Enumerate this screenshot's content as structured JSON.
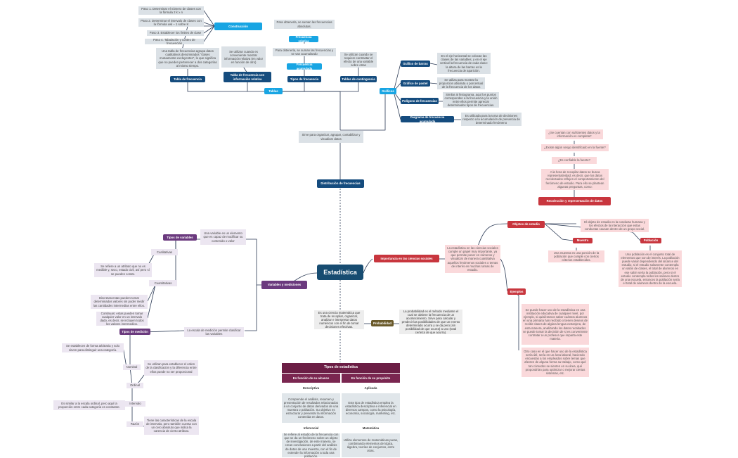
{
  "construccion": {
    "title": "Construcción",
    "paso1": "Paso 1. Determinar el número de clases con la fórmula 2 k ≥ n",
    "paso2": "Paso 2. Determinar el intervalo de clases con la fórmula uwl – 1 sobre K",
    "paso3": "Paso 3. Establecer los límites de clase",
    "paso4": "Paso 4. Tabulación y conteo de frecuencias"
  },
  "tablas": {
    "title": "Tablas",
    "tabla_frecuencia": {
      "title": "Tabla de frecuencia",
      "desc": "Una tabla de frecuencias agrupa datos cualitativos denominados \"clases mutuamente excluyentes\", lo que significa que no pueden pertenecer a dos categorías al mismo tiempo."
    },
    "tabla_relativa": {
      "title": "Tabla de frecuencia con información relativa",
      "desc": "Se utilizan cuando es conveniente mostrar información relativa (en valor en función de otro)"
    },
    "tipos": {
      "title": "Tipos de frecuencia",
      "relativa_desc": "Para obtenerla, se suman las frecuencias absolutas.",
      "relativa": "Frecuencia relativa",
      "acumulada_desc": "Para obtenerla, se suman las frecuencias y se van acumulando",
      "acumulada": "Frecuencia acumulada"
    },
    "contingencia": {
      "title": "Tablas de contingencia",
      "desc": "Se utilizan cuando se requiere contrastar el efecto de una variable sobre otras"
    }
  },
  "graficos": {
    "title": "Gráficos",
    "barras": {
      "title": "Gráfico de barras",
      "desc": "En el eje horizontal se colocan las clases de las variables, y en el eje vertical la frecuencia de cada clase: la altura de las barras es la frecuencia de aparición."
    },
    "pastel": {
      "title": "Gráfico de pastel",
      "desc": "Se utiliza para mostrar la proporción absoluta o porcentual de la frecuencia de los datos"
    },
    "poligono": {
      "title": "Polígono de frecuencias",
      "desc": "Similar al histograma, aquí los puntos corresponden a la frecuencia y la unión entre ellos permite apreciar determinados tipos de frecuencias."
    },
    "diagrama": {
      "title": "Diagrama de frecuencia acumulada",
      "desc": "Es utilizada para la toma de decisiones respecto a la acumulación de presencia de determinado fenómeno"
    }
  },
  "distribucion": {
    "desc": "Sirve para organizar, agrupar, contabilizar y visualizar datos",
    "title": "Distribución de frecuencias"
  },
  "central": "Estadística",
  "variables": {
    "title": "Variables y mediciones",
    "tipos_variables": "Tipos de variables",
    "tipos_variables_desc": "Una variable es un elemento que es capaz de modificar su contenido o valor",
    "cualitativas": "Cualitativas",
    "cualitativas_desc": "Se refiere a un atributo que no es medible y, sexo, estado civil, así pero sí se pueden contar.",
    "cuantitativas": "Cuantitativas",
    "discretas_desc": "Discretas:estas pueden tomar determinados valores sin poder medir las cantidades intermedias entre ellos.",
    "continuas_desc": "Continuas: estas pueden tomar cualquier valor en un intervalo dado, es decir, se incluyen todos los valores intermedios.",
    "tipos_medicion": "Tipos de medición",
    "medicion_desc": "La escala de medición permite clasificar las variables",
    "nominal": "Nominal",
    "nominal_desc": "Se establecen de forma arbitraria y solo sirven para distinguir una categoría.",
    "ordinal": "Ordinal",
    "ordinal_desc": "Se utilizan para establecer el orden de la clasificación y la diferencia entre ellos puede no ser proporcional",
    "intervalo": "Intervalo",
    "intervalo_desc": "Es similar a la escala ordinal, pero aquí la proporción entre cada categoría es constante.",
    "razon": "Razón",
    "razon_desc": "Tiene las características de la escala de intervalo, pero también cuenta con un cero absoluto que indica la carencia de cierto atributo."
  },
  "probabilidad": {
    "intro": "Es una ciencia matemática que trata de recopilar, organizar, analizar e interpretar datos numéricos con el fin de tomar decisiones efectivas.",
    "title": "Probabilidad",
    "desc": "La probabilidad es el método mediante el cual se obtiene la frecuencia de un acontecimiento. Sirve para calcular y predecir las posibilidades de que un evento determinado ocurra y se da pero (sin posibilidad de que ocurra) a uno (total certeza de que acurra)."
  },
  "tipos_estadistica": {
    "title": "Tipos de estadística",
    "col1": "En función de su alcance",
    "col2": "En función de su propósito",
    "descriptiva": "Descriptiva",
    "descriptiva_desc": "Comprende el análisis, resumen y presentación de resultados relacionados a un conjunto de datos derivados de una muestra o población. Su objetivo es estructurar y presentar la información contenida en datos.",
    "aplicada": "Aplicada",
    "aplicada_desc": "Este tipo de estadística emplea la estadística descriptiva e inferencial en diversos campos, como la psicología, economía, sociología, marketing, etc.",
    "inferencial": "Inferencial",
    "inferencial_desc": "Se refiere al estudio de la frecuencia con que se da un fenómeno sobre un objeto de investigación, de este manera, se crean conclusiones a partir del análisis de datos de una muestra, con el fin de extender la información a toda una población.",
    "matematica": "Matemática",
    "matematica_desc": "Utiliza elementos de matemáticas puras, combinando elementos de lógica, álgebra, teorías de conjuntos, entre otras."
  },
  "recoleccion": {
    "q1": "¿Se cuentan con suficientes datos y la información es completa?",
    "q2": "¿Existe algún sesgo identificado en la fuente?",
    "q3": "¿Es confiable la fuente?",
    "desc": "A la hora de recopilar datos se busca representatividad, es decir, que los datos recolectados reflejen el comportamiento del fenómeno de estudio. Para ello se plantean algunas preguntas, como:",
    "title": "Recolección y representación de datos"
  },
  "importancia": {
    "title": "Importancia en las ciencias sociales",
    "desc": "La estadística en las ciencias sociales cumple un papel muy importante, ya que permite poner en números y visualizar de manera cuantitativa aquellos fenómenos sociales o temas de interés en muchas ramas de estudio."
  },
  "objetos": {
    "title": "Objetos de estudio",
    "desc": "El objeto de estudio es la conducta humana y los efectos de la interacción que estas conductas causan dentro de un grupo social.",
    "muestra": "Muestra",
    "muestra_desc": "Una muestra es una porción de la población que cumple con ciertos criterios establecidos.",
    "poblacion": "Población",
    "poblacion_desc": "Una población es el conjunto total de elementos que son de interés. La población puede variar dependiendo del alcance del estudio, si el estudio solamente contempla un salón de clases, el total de alumnos en ese salón sería la población, pero si el estudio contempla todos los salones dentro de una escuela, entonces la población sería el total de alumnos dentro de la escuela."
  },
  "ejemplos": {
    "title": "Ejemplos",
    "ej1": "Se puede hacer uso de la estadística en una institución educativa de cualquier nivel, por ejemplo, si quisiéramos saber cuántos alumnos en una primaria han recibido o tienen deseos de recibir clases de algúna lengua extranjera, de esta manera, analizando los datos recabados se puede tomar la decisión de si es conveniente contratar a un profesor que imparta este materia.",
    "ej2": "Otro caso en el que hacer uso de la estadística sería útil, sería en un área laboral, haciendo encuestas a los empleados sobre temas que afecten de alguna forma su trabajo, como qué tan cómodos se sienten en su área, qué propondrían para optimizar o mejorar ciertas sistemas, etc."
  }
}
